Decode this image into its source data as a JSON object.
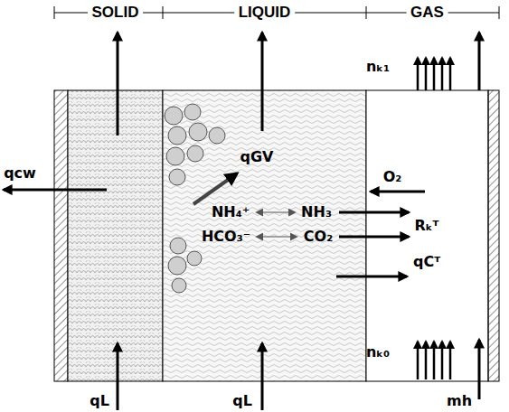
{
  "diagram": {
    "nodes": [
      {
        "text": [
          "SOLID"
        ]
      },
      {
        "text": [
          "LIQUID"
        ]
      },
      {
        "text": [
          "GAS"
        ]
      }
    ],
    "labels": [
      "qcw",
      "qGV",
      "NH₄⁺",
      "NH₃",
      "HCO₃⁻",
      "CO₂",
      "O₂",
      "Rₖᵀ",
      "qCᵀ",
      "nₖ₁",
      "nₖ₀",
      "qL",
      "qL",
      "mh"
    ]
  }
}
